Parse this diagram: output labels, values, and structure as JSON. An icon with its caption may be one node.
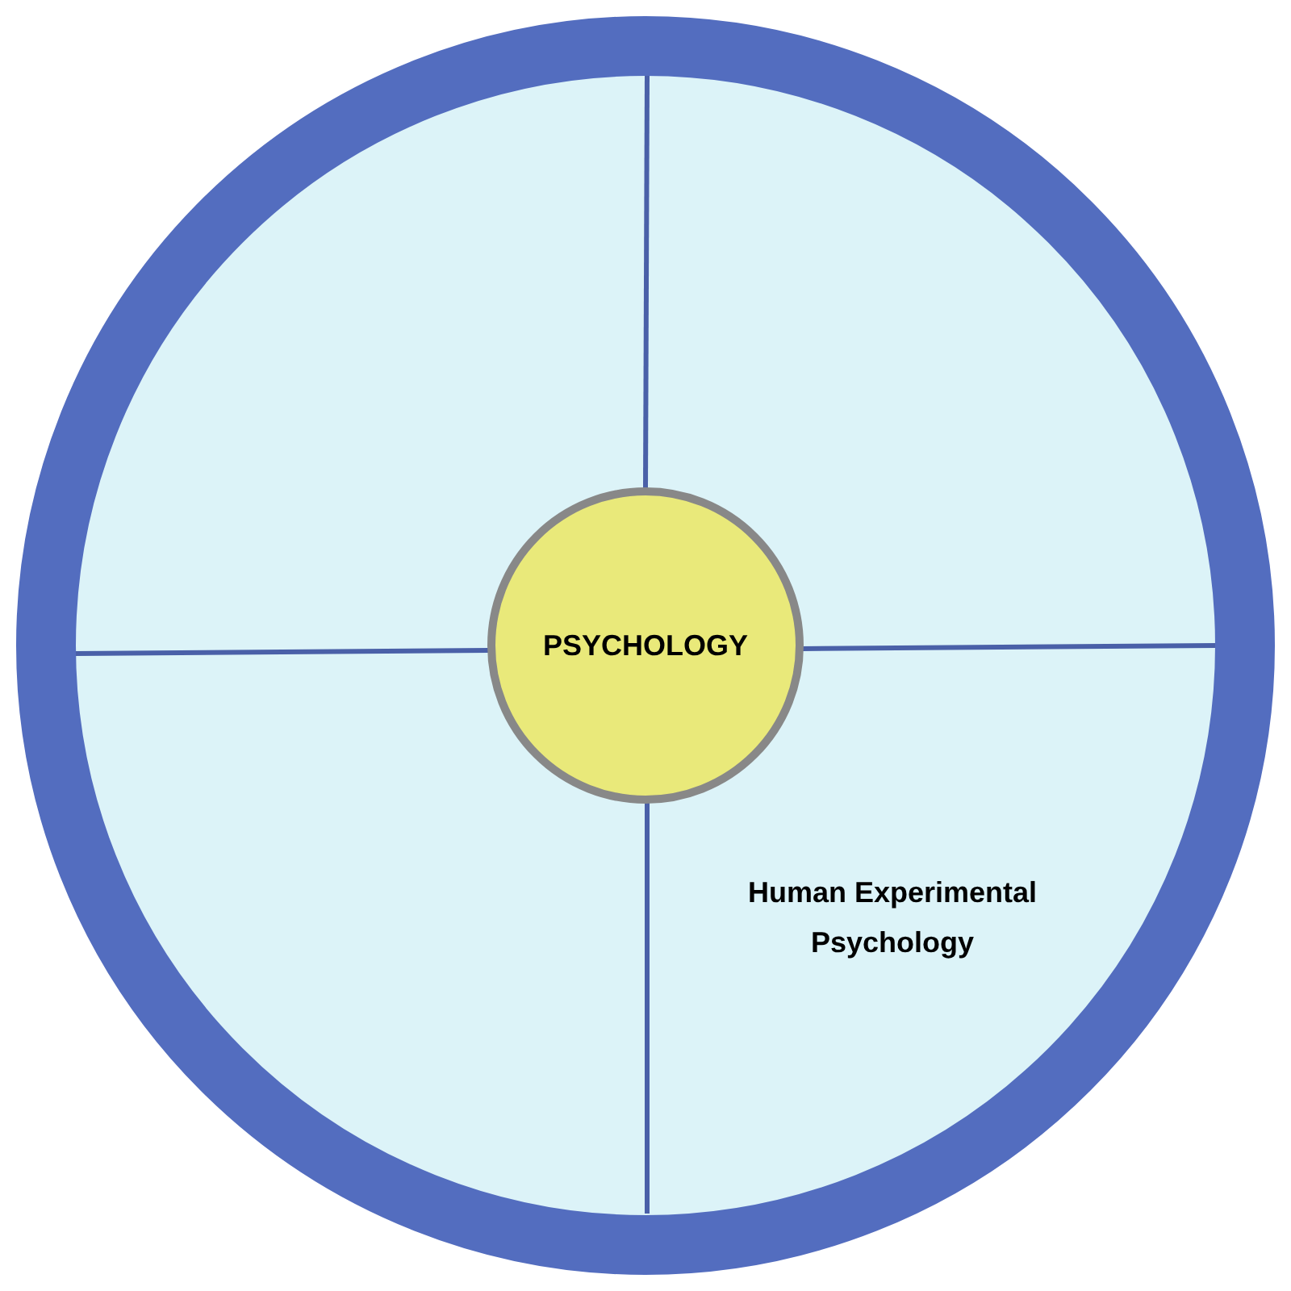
{
  "diagram": {
    "nodes": [
      {
        "text": [],
        "shape": "circle"
      },
      {
        "text": [
          "PSYCHOLOGY"
        ],
        "in": 0
      }
    ],
    "labels": [
      "Human Experimental Psychology"
    ]
  }
}
